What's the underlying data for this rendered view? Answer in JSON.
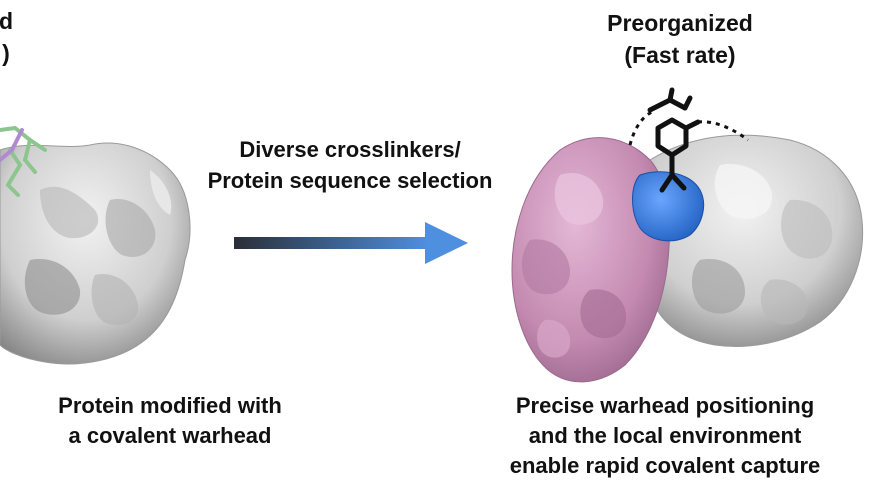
{
  "left": {
    "title_line1": "d",
    "title_line2": ")",
    "caption_line1": "Protein modified with",
    "caption_line2": "a covalent warhead"
  },
  "arrow": {
    "label_line1": "Diverse crosslinkers/",
    "label_line2": "Protein sequence selection",
    "gradient_start": "#2a2f38",
    "gradient_end": "#4f8fe0"
  },
  "right": {
    "title_line1": "Preorganized",
    "title_line2": "(Fast rate)",
    "caption_line1": "Precise warhead positioning",
    "caption_line2": "and the local environment",
    "caption_line3": "enable rapid covalent capture"
  },
  "colors": {
    "protein_grey": "#d9d9d9",
    "protein_pink": "#c98fb6",
    "binding_site_blue": "#2f73d6",
    "warhead_green": "#8dc58f",
    "warhead_purple": "#b08ad0"
  }
}
